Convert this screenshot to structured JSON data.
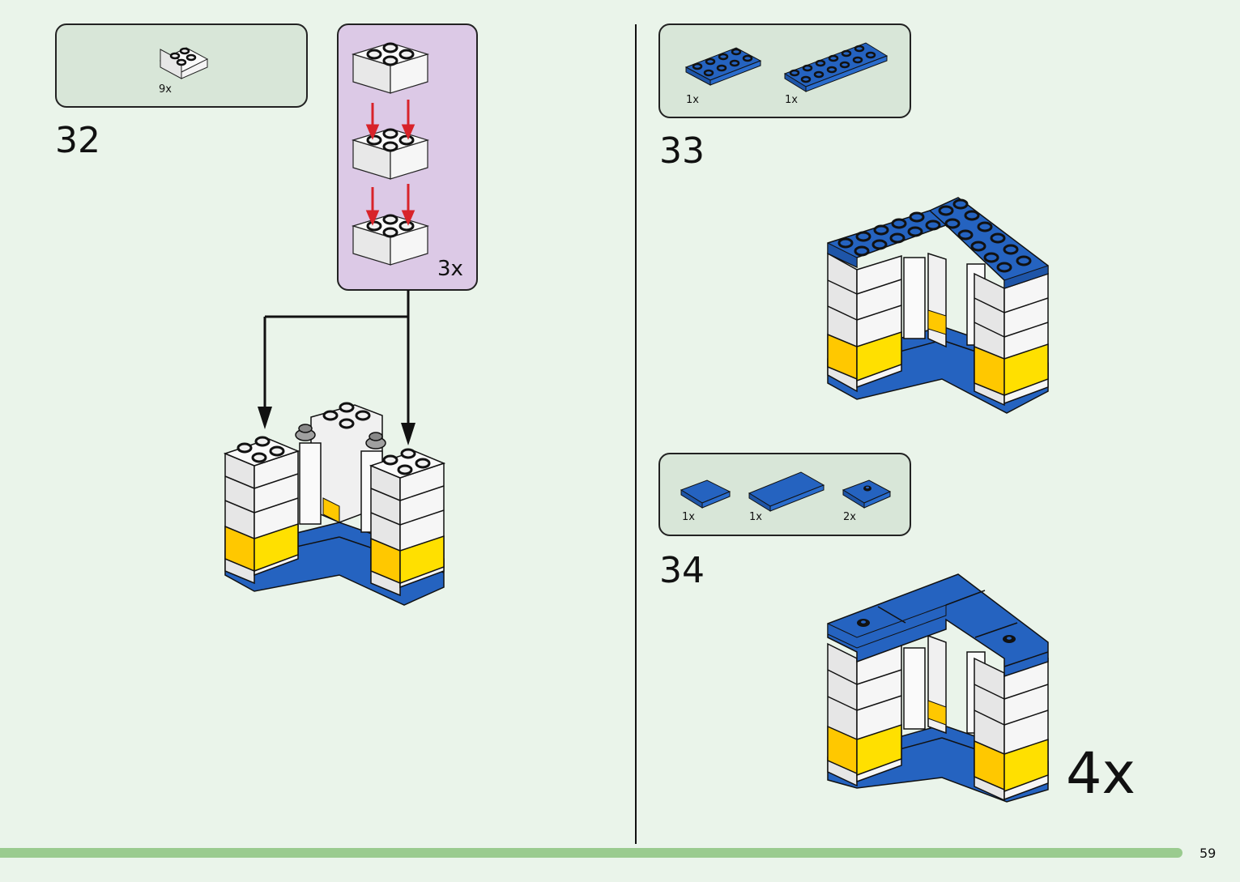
{
  "page": {
    "number": "59",
    "colors": {
      "background": "#eaf4ea",
      "callout": "#d8e6d8",
      "sub_assembly": "#dcc9e6",
      "footer_bar": "#9acb8f",
      "brick_blue": "#2563c0",
      "brick_yellow": "#ffd800",
      "brick_white": "#f4f4f4",
      "arrow_red": "#d8232a"
    }
  },
  "steps": [
    {
      "number": "32",
      "parts": [
        {
          "name": "white-brick-2x2",
          "qty": "9x"
        }
      ],
      "sub_assembly": {
        "multiplier": "3x"
      }
    },
    {
      "number": "33",
      "parts": [
        {
          "name": "blue-plate-2x4",
          "qty": "1x"
        },
        {
          "name": "blue-plate-2x6",
          "qty": "1x"
        }
      ]
    },
    {
      "number": "34",
      "parts": [
        {
          "name": "blue-tile-2x2",
          "qty": "1x"
        },
        {
          "name": "blue-tile-2x4",
          "qty": "1x"
        },
        {
          "name": "blue-jumper-plate-2x2",
          "qty": "2x"
        }
      ],
      "multiplier": "4x"
    }
  ]
}
